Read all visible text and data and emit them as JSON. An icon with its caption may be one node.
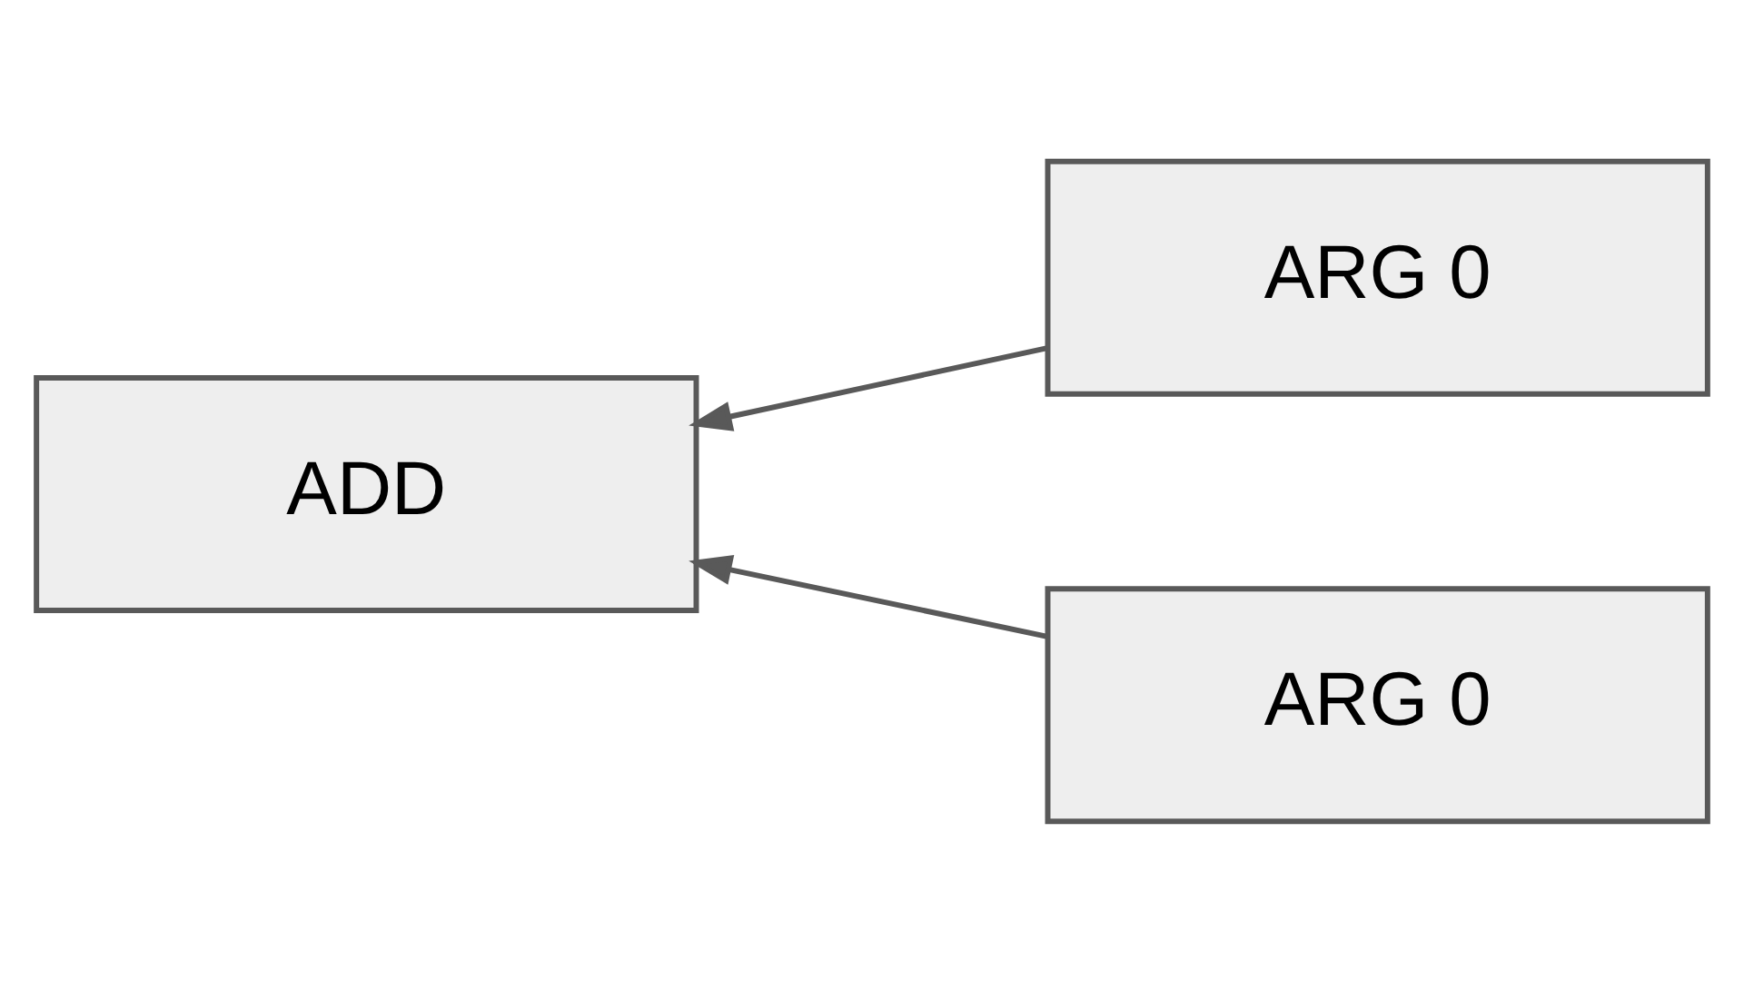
{
  "diagram": {
    "nodes": [
      {
        "text": [
          "ADD"
        ]
      },
      {
        "text": [
          "ARG 0"
        ]
      },
      {
        "text": [
          "ARG 0"
        ]
      }
    ],
    "edges": [
      {
        "from": 1,
        "to": 0,
        "arrow": "to"
      },
      {
        "from": 2,
        "to": 0,
        "arrow": "to"
      }
    ]
  }
}
